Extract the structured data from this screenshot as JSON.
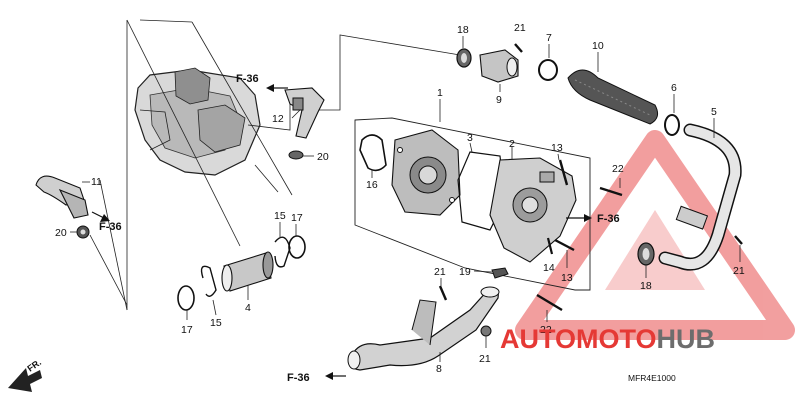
{
  "callouts": {
    "c1": "1",
    "c2": "2",
    "c3": "3",
    "c4": "4",
    "c5": "5",
    "c6": "6",
    "c7": "7",
    "c8": "8",
    "c9": "9",
    "c10": "10",
    "c11": "11",
    "c12": "12",
    "c13a": "13",
    "c13b": "13",
    "c14": "14",
    "c15a": "15",
    "c15b": "15",
    "c16": "16",
    "c17a": "17",
    "c17b": "17",
    "c18a": "18",
    "c18b": "18",
    "c19": "19",
    "c20a": "20",
    "c20b": "20",
    "c21a": "21",
    "c21b": "21",
    "c21c": "21",
    "c21d": "21",
    "c22a": "22",
    "c22b": "22"
  },
  "refs": {
    "ref_top": "F-36",
    "ref_left": "F-36",
    "ref_right": "F-36",
    "ref_bottom": "F-36"
  },
  "direction_label": "FR.",
  "diagram_code": "MFR4E1000",
  "watermark": {
    "part1": "AUTO",
    "part2": "MOTO",
    "part3": "HUB",
    "color_red": "#e53935",
    "color_grey": "#6d6d6d"
  }
}
